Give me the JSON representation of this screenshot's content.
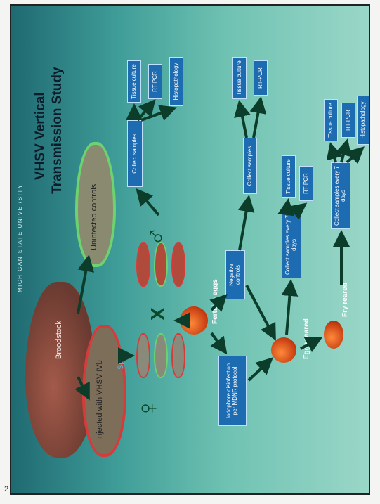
{
  "banner": "MICHIGAN STATE UNIVERSITY",
  "title_line1": "VHSV Vertical",
  "title_line2": "Transmission Study",
  "fish_labels": {
    "broodstock": "Broodstock",
    "injected": "Injected with VHSV IVb",
    "uninfected": "Uninfected controls",
    "spawn": "Spawn"
  },
  "symbols": {
    "female": "♀",
    "male": "♂",
    "cross": "X"
  },
  "male_branch": {
    "collect": "Collect samples",
    "tests": [
      "Tissue culture",
      "RT-PCR",
      "Histopathology"
    ]
  },
  "fertilize_label": "Fertilize eggs",
  "iodophore_label": "Iodophore disinfection per MDNR protocol",
  "negative_controls": {
    "label": "Negative controls",
    "collect": "Collect samples",
    "tests": [
      "Tissue culture",
      "RT-PCR"
    ]
  },
  "eggs_reared": {
    "label": "Eggs reared",
    "collect": "Collect samples every 7 days",
    "tests": [
      "Tissue culture",
      "RT-PCR"
    ]
  },
  "fry_reared": {
    "label": "Fry reared",
    "collect": "Collect samples every 7 days",
    "tests": [
      "Tissue culture",
      "RT-PCR",
      "Histopathology"
    ]
  },
  "page_number": "2",
  "colors": {
    "box": "#1d6bb0",
    "arrow": "#0b3d2a",
    "background": "#3f9d98"
  }
}
